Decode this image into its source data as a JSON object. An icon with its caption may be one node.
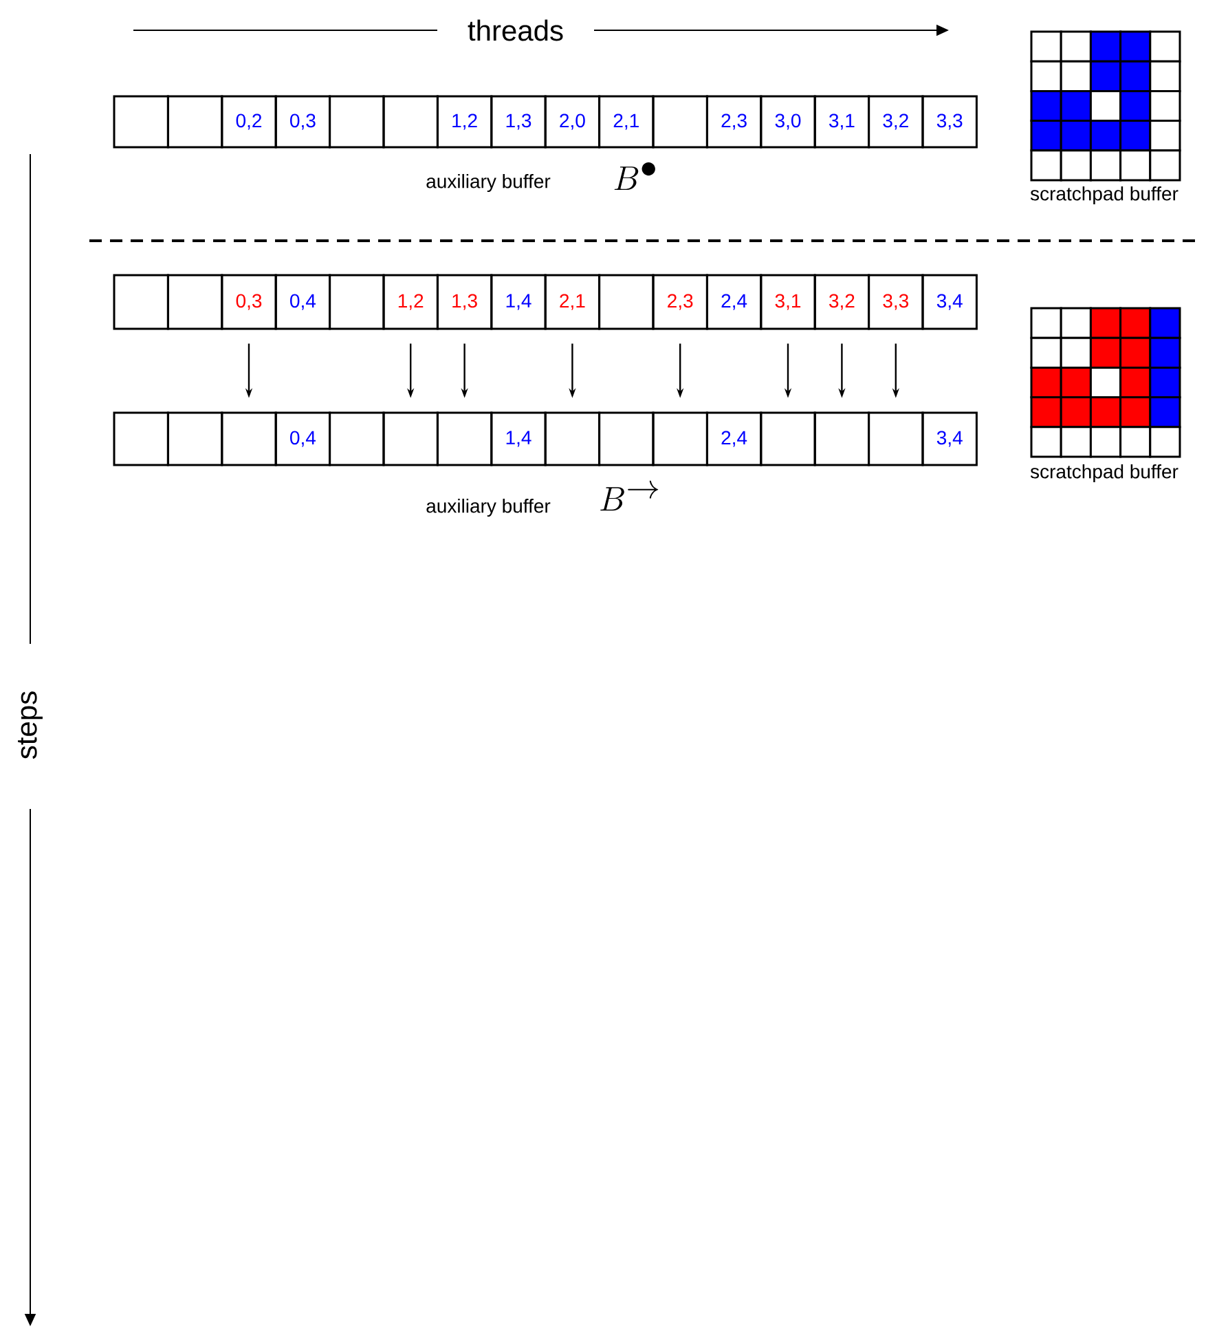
{
  "diagram": {
    "nodes": [
      {
        "text": [],
        "shape": "box"
      },
      {
        "text": [],
        "shape": "box"
      },
      {
        "text": [
          "0,2"
        ]
      },
      {
        "text": [
          "0,3"
        ]
      },
      {
        "text": [],
        "shape": "box"
      },
      {
        "text": [],
        "shape": "box"
      },
      {
        "text": [
          "1,2"
        ]
      },
      {
        "text": [
          "1,3"
        ]
      },
      {
        "text": [
          "2,0"
        ]
      },
      {
        "text": [
          "2,1"
        ]
      },
      {
        "text": [],
        "shape": "box"
      },
      {
        "text": [
          "2,3"
        ]
      },
      {
        "text": [
          "3,0"
        ]
      },
      {
        "text": [
          "3,1"
        ]
      },
      {
        "text": [
          "3,2"
        ]
      },
      {
        "text": [
          "3,3"
        ]
      },
      {
        "text": [],
        "shape": "box"
      },
      {
        "text": [],
        "shape": "box"
      },
      {
        "text": [
          "0,3"
        ]
      },
      {
        "text": [
          "0,4"
        ]
      },
      {
        "text": [],
        "shape": "box"
      },
      {
        "text": [
          "1,2"
        ]
      },
      {
        "text": [
          "1,3"
        ]
      },
      {
        "text": [
          "1,4"
        ]
      },
      {
        "text": [
          "2,1"
        ]
      },
      {
        "text": [],
        "shape": "box"
      },
      {
        "text": [
          "2,3"
        ]
      },
      {
        "text": [
          "2,4"
        ]
      },
      {
        "text": [
          "3,1"
        ]
      },
      {
        "text": [
          "3,2"
        ]
      },
      {
        "text": [
          "3,3"
        ]
      },
      {
        "text": [
          "3,4"
        ]
      },
      {
        "text": [],
        "shape": "box"
      },
      {
        "text": [],
        "shape": "box"
      },
      {
        "text": [],
        "shape": "box"
      },
      {
        "text": [
          "0,4"
        ]
      },
      {
        "text": [],
        "shape": "box"
      },
      {
        "text": [],
        "shape": "box"
      },
      {
        "text": [],
        "shape": "box"
      },
      {
        "text": [
          "1,4"
        ]
      },
      {
        "text": [],
        "shape": "box"
      },
      {
        "text": [],
        "shape": "box"
      },
      {
        "text": [],
        "shape": "box"
      },
      {
        "text": [
          "2,4"
        ]
      },
      {
        "text": [],
        "shape": "box"
      },
      {
        "text": [],
        "shape": "box"
      },
      {
        "text": [],
        "shape": "box"
      },
      {
        "text": [
          "3,4"
        ]
      }
    ],
    "edges": [
      {
        "from": 18,
        "to": 34,
        "arrow": "to"
      },
      {
        "from": 21,
        "to": 37,
        "arrow": "to"
      },
      {
        "from": 22,
        "to": 38,
        "arrow": "to"
      },
      {
        "from": 24,
        "to": 40,
        "arrow": "to"
      },
      {
        "from": 26,
        "to": 42,
        "arrow": "to"
      },
      {
        "from": 28,
        "to": 44,
        "arrow": "to"
      },
      {
        "from": 29,
        "to": 45,
        "arrow": "to"
      },
      {
        "from": 30,
        "to": 46,
        "arrow": "to"
      }
    ],
    "labels": [
      "threads",
      "scratchpad buffer",
      "auxiliary buffer",
      "B^\\bullet",
      "scratchpad buffer",
      "auxiliary buffer",
      "B^\\rightarrow",
      "steps"
    ]
  }
}
